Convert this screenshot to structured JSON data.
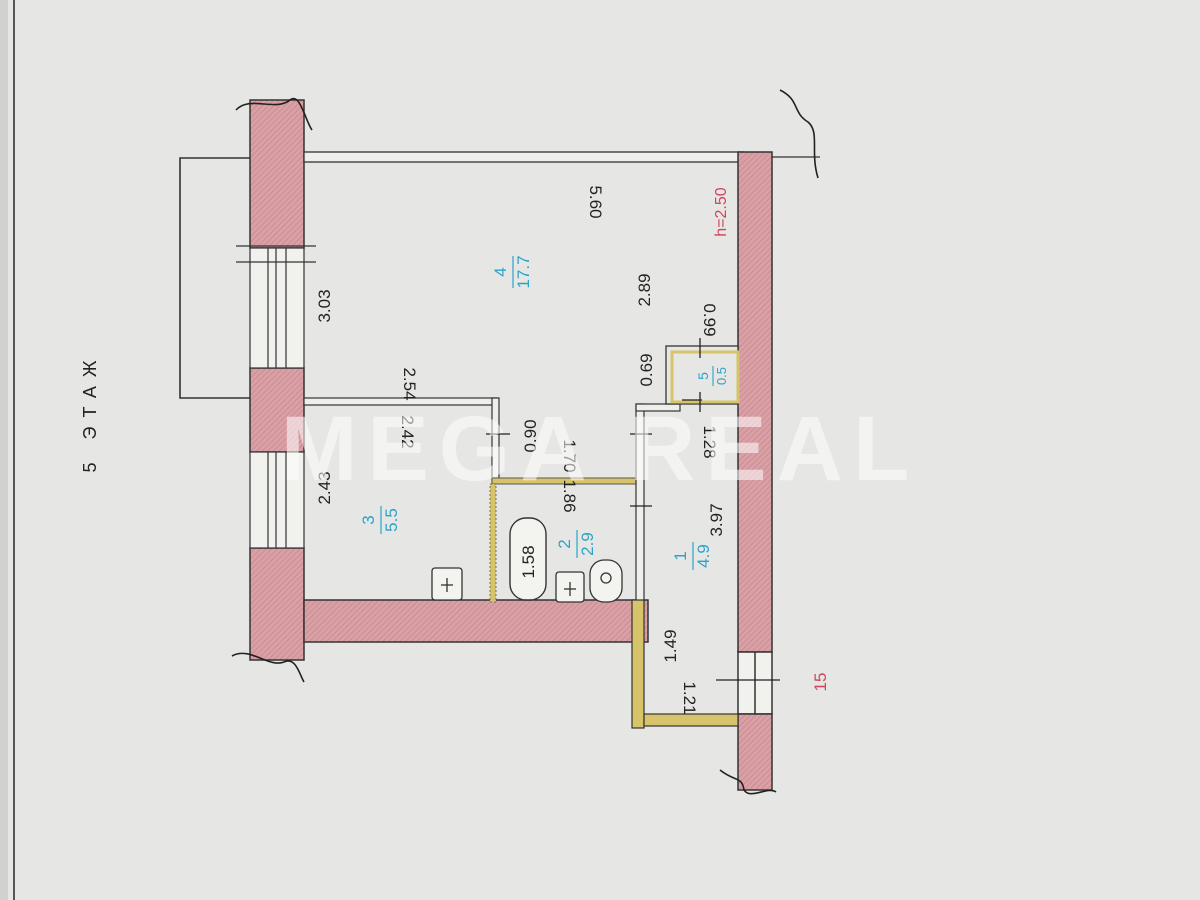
{
  "floor_label": "5 ЭТАЖ",
  "ceiling_height": "h=2.50",
  "apartment_number": "15",
  "watermark": "MEGA REAL",
  "rooms": [
    {
      "number": "1",
      "area": "4.9"
    },
    {
      "number": "2",
      "area": "2.9"
    },
    {
      "number": "3",
      "area": "5.5"
    },
    {
      "number": "4",
      "area": "17.7"
    },
    {
      "number": "5",
      "area": "0.5"
    }
  ],
  "dimensions": {
    "d_560": "5.60",
    "d_289": "2.89",
    "d_099": "0.99",
    "d_069": "0.69",
    "d_303": "3.03",
    "d_254": "2.54",
    "d_242": "2.42",
    "d_243": "2.43",
    "d_090": "0.90",
    "d_170": "1.70",
    "d_128": "1.28",
    "d_186": "1.86",
    "d_397": "3.97",
    "d_158": "1.58",
    "d_149": "1.49",
    "d_121": "1.21"
  },
  "colors": {
    "wall_fill": "#d9a0a6",
    "wall_stroke": "#3a3a3a",
    "room_label": "#2aa3c9",
    "accent_red": "#d2425a",
    "partition": "#d7c36a"
  }
}
